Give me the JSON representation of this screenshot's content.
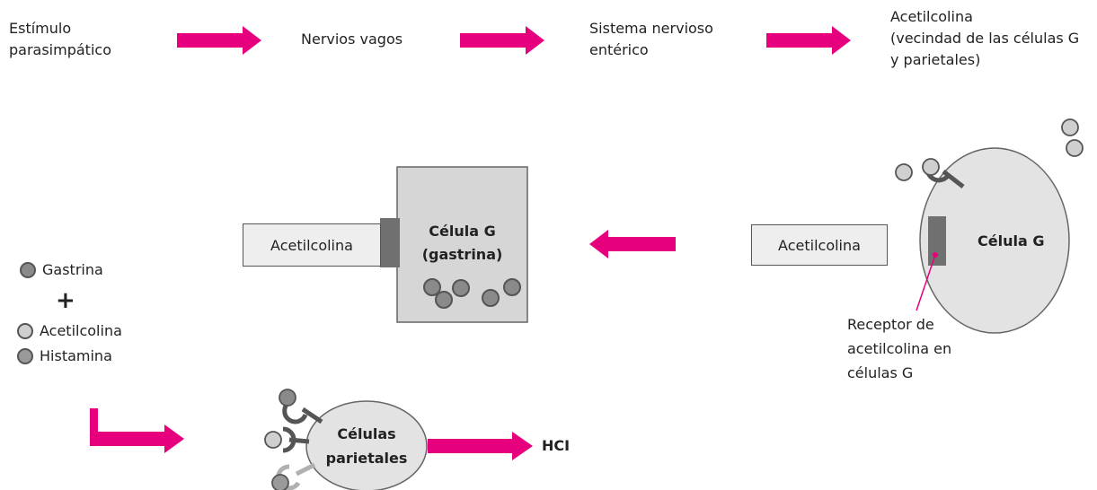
{
  "flow": {
    "step1": [
      "Estímulo",
      "parasimpático"
    ],
    "step2": "Nervios vagos",
    "step3": [
      "Sistema nervioso",
      "entérico"
    ],
    "step4": [
      "Acetilcolina",
      "(vecindad de las células G",
      "y parietales)"
    ]
  },
  "gcell_right": {
    "ach_label": "Acetilcolina",
    "cell_label": "Célula G",
    "receptor_note": [
      "Receptor de",
      "acetilcolina en",
      "células G"
    ]
  },
  "gcell_mid": {
    "ach_label": "Acetilcolina",
    "cell_label": [
      "Célula G",
      "(gastrina)"
    ]
  },
  "legend": {
    "gastrina": "Gastrina",
    "plus": "+",
    "acetilcolina": "Acetilcolina",
    "histamina": "Histamina"
  },
  "parietal": {
    "cell_label": [
      "Células",
      "parietales"
    ],
    "product": "HCI"
  },
  "colors": {
    "arrow": "#e6007e",
    "dark_molecule": "#7a7a7a",
    "light_molecule": "#cfcfcf",
    "cell_fill": "#e3e3e3",
    "receptor": "#6f6f6f"
  }
}
